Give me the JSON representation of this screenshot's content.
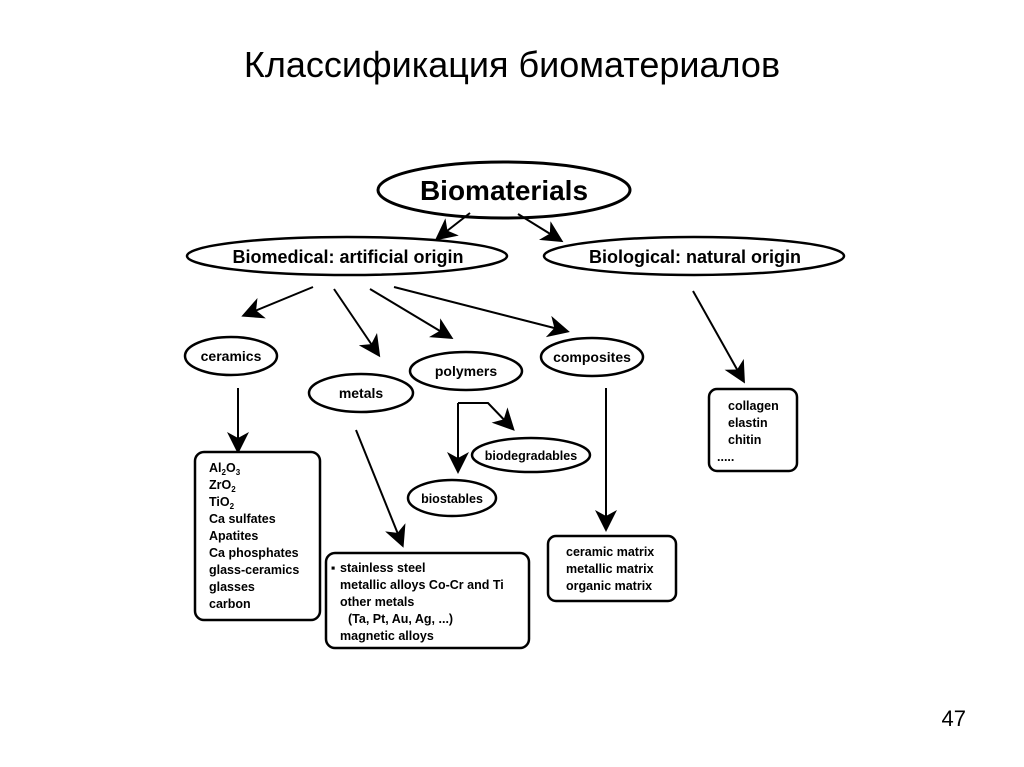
{
  "slide": {
    "title": "Классификация биоматериалов",
    "page_number": "47"
  },
  "diagram": {
    "root": "Biomaterials",
    "biomedical": "Biomedical: artificial origin",
    "biological": "Biological: natural origin",
    "ceramics": "ceramics",
    "metals": "metals",
    "polymers": "polymers",
    "composites": "composites",
    "biodegradables": "biodegradables",
    "biostables": "biostables",
    "ceramics_list": {
      "al2o3_base": "Al",
      "al2o3_sub1": "2",
      "al2o3_o": "O",
      "al2o3_sub2": "3",
      "zro2_base": "ZrO",
      "zro2_sub": "2",
      "tio2_base": "TiO",
      "tio2_sub": "2",
      "items": [
        "Ca sulfates",
        "Apatites",
        "Ca phosphates",
        "glass-ceramics",
        "glasses",
        "carbon"
      ]
    },
    "metals_list": {
      "bullet": "▪",
      "items": [
        "stainless steel",
        "metallic alloys Co-Cr and Ti",
        "other metals",
        "(Ta, Pt, Au, Ag, ...)",
        "magnetic alloys"
      ]
    },
    "composites_list": {
      "items": [
        "ceramic matrix",
        "metallic matrix",
        "organic matrix"
      ]
    },
    "natural_list": {
      "items": [
        "collagen",
        "elastin",
        "chitin",
        "....."
      ]
    }
  }
}
